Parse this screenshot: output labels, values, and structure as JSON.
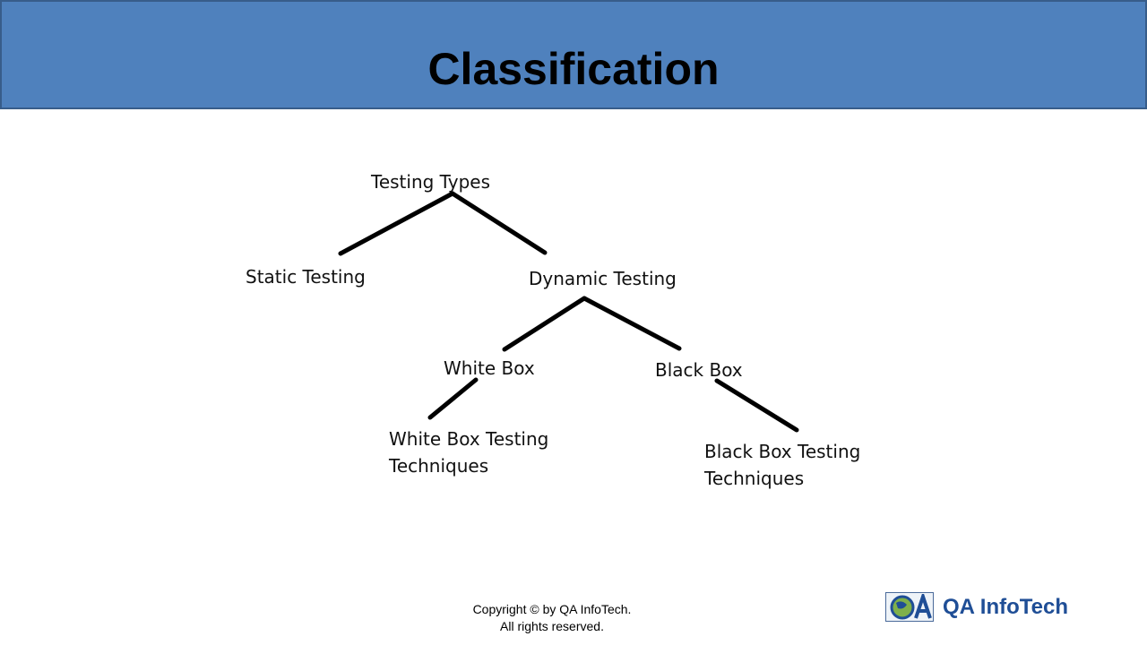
{
  "slide": {
    "title": "Classification"
  },
  "tree": {
    "root": "Testing Types",
    "static": "Static Testing",
    "dynamic": "Dynamic Testing",
    "white_box": "White Box",
    "black_box": "Black Box",
    "white_box_tech_line1": "White Box Testing",
    "white_box_tech_line2": "Techniques",
    "black_box_tech_line1": "Black Box Testing",
    "black_box_tech_line2": "Techniques"
  },
  "footer": {
    "copyright_line1": "Copyright © by QA InfoTech.",
    "copyright_line2": "All rights reserved.",
    "logo_text": "QA InfoTech",
    "logo_mark": "QA"
  },
  "colors": {
    "header": "#4f81bd",
    "header_border": "#385d8a",
    "logo": "#1f4e96"
  }
}
